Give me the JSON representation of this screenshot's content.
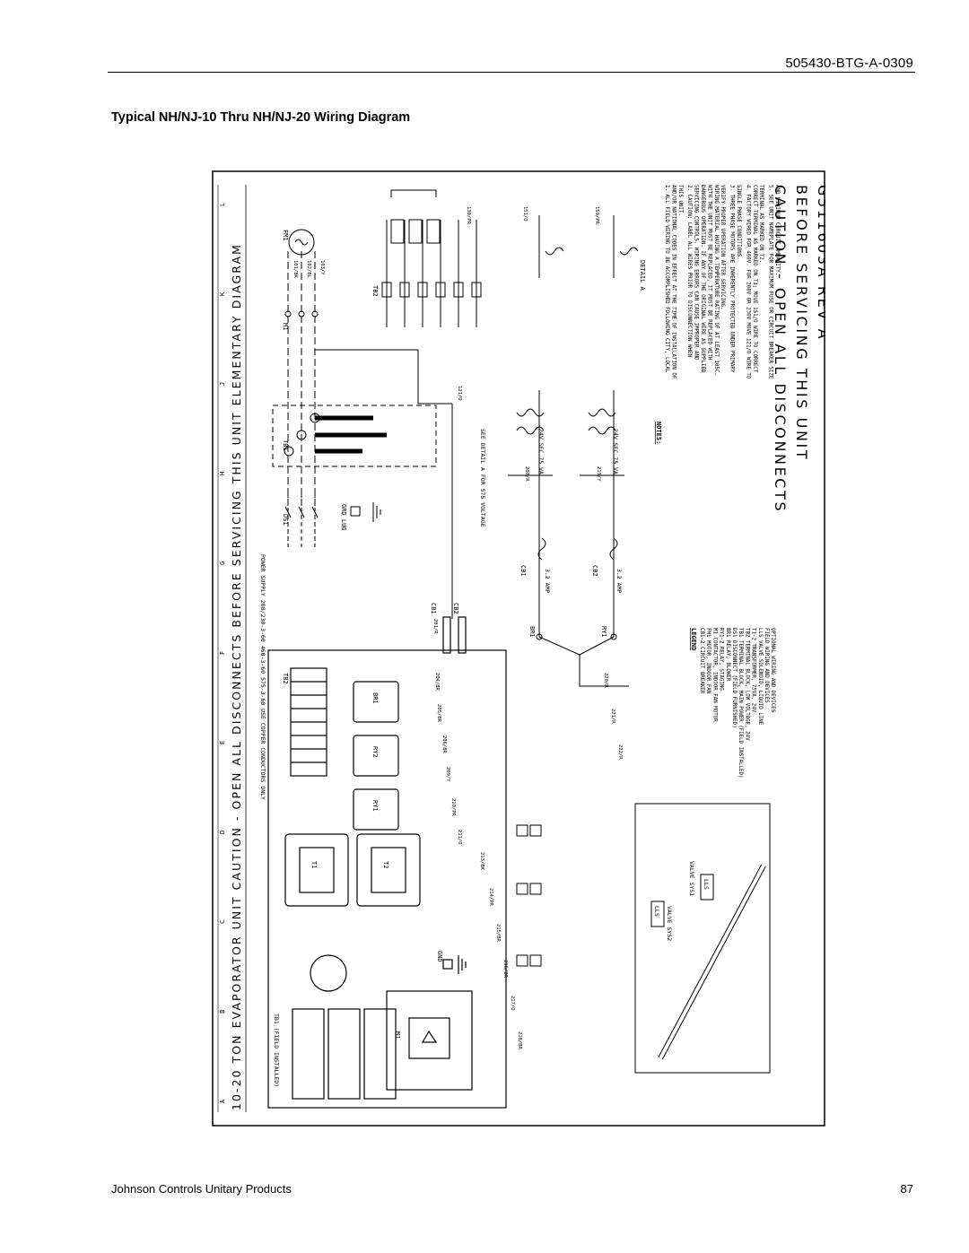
{
  "header": {
    "doc_number": "505430-BTG-A-0309"
  },
  "title": "Typical NH/NJ-10 Thru NH/NJ-20 Wiring Diagram",
  "diagram": {
    "left_banner": "10-20 TON EVAPORATOR UNIT   CAUTION - OPEN ALL DISCONNECTS BEFORE SERVICING THIS UNIT   ELEMENTARY DIAGRAM",
    "grid_letters": [
      "A",
      "B",
      "C",
      "D",
      "E",
      "F",
      "G",
      "H",
      "J",
      "K",
      "L"
    ],
    "caution_line1": "CAUTION - OPEN ALL DISCONNECTS",
    "caution_line2": "BEFORE SERVICING THIS UNIT",
    "part_number": "G511603A  REV A",
    "power_supply": "POWER SUPPLY 208/230-3-60 460-3-60 575-3-60 USE COPPER CONDUCTORS ONLY",
    "labels": {
      "tb1": "TB1",
      "fm1": "FM1",
      "m1": "M1",
      "tb2": "TB2",
      "ds1": "DS1",
      "grd": "GRD LUG",
      "gnd": "GND",
      "t1": "T1",
      "t2": "T2",
      "br1": "BR1",
      "ry1": "RY1",
      "ry2": "RY2",
      "cb1": "CB1",
      "cb2": "CB2",
      "see_detail": "SEE DETAIL A FOR 575 VOLTAGE",
      "detail_a": "DETAIL A",
      "tb1_field": "TB1 (FIELD INSTALLED)",
      "amp": "3.2 AMP",
      "secondary": "24V SEC 75 VA",
      "valve1": "VALVE SYS1",
      "valve2": "VALVE SYS2",
      "lls": "LLS"
    },
    "notes_title": "NOTES:",
    "notes": [
      "1. ALL FIELD WIRING TO BE ACCOMPLISHED FOLLOWING CITY, LOCAL AND/OR NATIONAL CODES IN EFFECT AT THE TIME OF INSTALLATION OF THIS UNIT.",
      "2. CAUTION: LABEL ALL WIRES PRIOR TO DISCONNECTION WHEN SERVICING CONTROLS. WIRING ERRORS CAN CAUSE IMPROPER AND DANGEROUS OPERATION. IF ANY OF THE ORIGINAL WIRE AS SUPPLIED WITH THE UNIT MUST BE REPLACED, IT MUST BE REPLACED WITH WIRING MATERIAL HAVING A TEMPERATURE RATING OF AT LEAST 105C. VERIFY PROPER OPERATION AFTER SERVICING.",
      "3. THREE PHASE MOTORS ARE INHERENTLY PROTECTED UNDER PRIMARY SINGLE PHASE CONDITIONS.",
      "4. FACTORY WIRED FOR 460V. FOR 208V OR 230V MOVE 121/O WIRE TO CORRECT TERMINAL AS MARKED ON T1; MOVE 151/O WIRE TO CORRECT TERMINAL AS MARKED ON T2.",
      "5. SEE UNIT NAMEPLATE FOR MAXIMUM FUSE OR CIRCUIT BREAKER SIZE AND MINIMUM CIRCUIT AMPACITY."
    ],
    "legend_title": "LEGEND",
    "legend": [
      "CB1-2 CIRCUIT BREAKER",
      "FM1 MOTOR, INDOOR FAN",
      "M1 CONTACTOR, INDOOR FAN MOTOR",
      "RY1-2 RELAY, STAGING",
      "BR1 RELAY, BLOWER",
      "DS1 DISCONNECT (FIELD FURNISHED)",
      "TB1 TERMINAL BLOCK, MAIN POWER (FIELD INSTALLED)",
      "TB2 TERMINAL BLOCK, LOW VOLTAGE, 24V",
      "T1-2 TRANSFORMER, 75VA, 24V",
      "LLS VALVE SOLENOID, LIQUID LINE",
      "FIELD WIRING AND DEVICES",
      "OPTIONAL WIRING AND DEVICES"
    ],
    "wire_labels": [
      "101/BK",
      "102/BL",
      "103/Y",
      "121/O",
      "130/PR",
      "151/O",
      "150/PR",
      "200/R",
      "201/R",
      "204/BR",
      "205/BR",
      "206/BR",
      "209/Y",
      "210/PR",
      "211/O",
      "213/BK",
      "214/PR",
      "215/BR",
      "216/BR",
      "217/O",
      "218/BR",
      "219/Y",
      "220/R",
      "221/R",
      "222/R"
    ]
  },
  "footer": {
    "company": "Johnson Controls Unitary Products",
    "page_number": "87"
  }
}
